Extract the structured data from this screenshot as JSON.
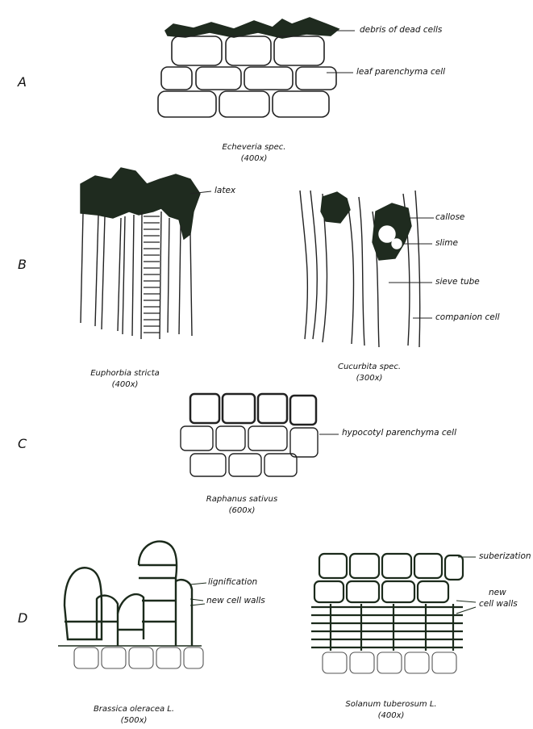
{
  "sections": {
    "a": "A",
    "b": "B",
    "c": "C",
    "d": "D"
  },
  "labels": {
    "debris": "debris of dead cells",
    "leaf_parenchyma": "leaf parenchyma cell",
    "latex": "latex",
    "callose": "callose",
    "slime": "slime",
    "sieve_tube": "sieve tube",
    "companion_cell": "companion cell",
    "hypocotyl": "hypocotyl parenchyma cell",
    "lignification": "lignification",
    "new_cell_walls_left": "new cell walls",
    "suberization": "suberization",
    "new_cell_walls_right_1": "new",
    "new_cell_walls_right_2": "cell walls"
  },
  "captions": {
    "echeveria": {
      "name": "Echeveria spec.",
      "mag": "(400x)"
    },
    "euphorbia": {
      "name": "Euphorbia stricta",
      "mag": "(400x)"
    },
    "cucurbita": {
      "name": "Cucurbita spec.",
      "mag": "(300x)"
    },
    "raphanus": {
      "name": "Raphanus sativus",
      "mag": "(600x)"
    },
    "brassica": {
      "name": "Brassica oleracea L.",
      "mag": "(500x)"
    },
    "solanum": {
      "name": "Solanum tuberosum L.",
      "mag": "(400x)"
    }
  }
}
